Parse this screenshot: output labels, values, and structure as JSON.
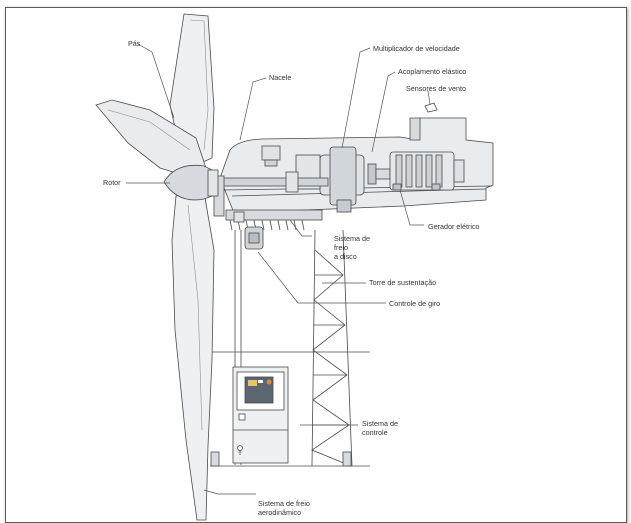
{
  "labels": {
    "pas": "Pás",
    "nacele": "Nacele",
    "rotor": "Rotor",
    "multiplicador": "Multiplicador de velocidade",
    "acoplamento": "Acoplamento elástico",
    "sensores": "Sensores de vento",
    "gerador": "Gerador elétrico",
    "freio_disco": [
      "Sistema de",
      "freio",
      "a disco"
    ],
    "torre": "Torre de sustentação",
    "controle_giro": "Controle de giro",
    "sistema_controle": [
      "Sistema de",
      "controle"
    ],
    "freio_aero": [
      "Sistema de freio",
      "aerodinâmico"
    ]
  },
  "colors": {
    "fill_light": "#e9ecef",
    "fill_mid": "#d7dbdf",
    "fill_dark": "#b9bec4",
    "stroke": "#4a4a4a",
    "label": "#333333"
  }
}
